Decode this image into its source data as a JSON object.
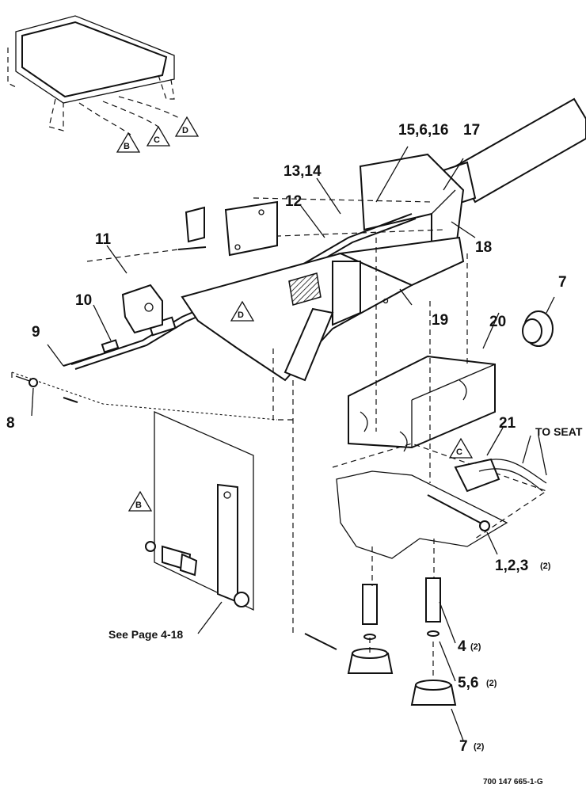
{
  "callouts": {
    "c1": "1,2,3",
    "c1q": "(2)",
    "c4": "4",
    "c4q": "(2)",
    "c56": "5,6",
    "c56q": "(2)",
    "c7a": "7",
    "c7b": "7",
    "c7bq": "(2)",
    "c8": "8",
    "c9": "9",
    "c10": "10",
    "c11": "11",
    "c12": "12",
    "c1314": "13,14",
    "c15": "15,6,16",
    "c17": "17",
    "c18": "18",
    "c19": "19",
    "c20": "20",
    "c21": "21"
  },
  "references": {
    "b": "B",
    "c": "C",
    "d": "D"
  },
  "notes": {
    "to_seat": "TO SEAT",
    "see_page": "See Page 4-18",
    "figure_number": "700 147 665-1-G"
  }
}
